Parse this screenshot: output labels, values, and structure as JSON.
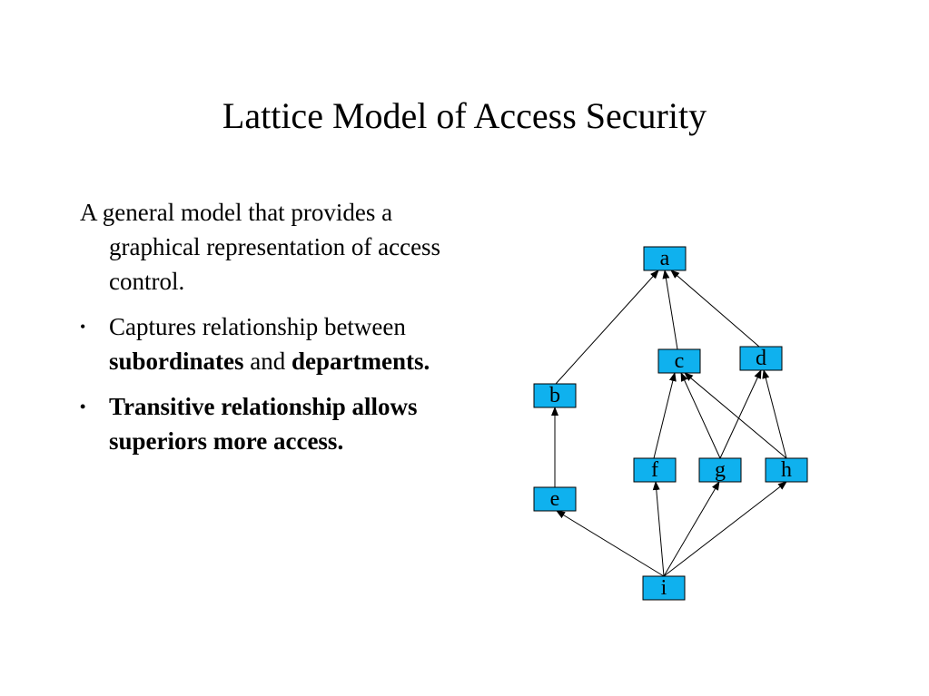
{
  "slide": {
    "title": "Lattice Model of Access Security"
  },
  "body": {
    "intro": "A general model that provides a graphical representation of access control.",
    "bullet_symbol": "•",
    "bullet1": {
      "prefix": "Captures relationship between ",
      "bold1": "subordinates",
      "middle": " and ",
      "bold2": "departments."
    },
    "bullet2": {
      "text": "Transitive relationship allows superiors more access."
    }
  },
  "diagram": {
    "node_fill": "#0fb1ee",
    "nodes": [
      {
        "id": "a",
        "label": "a"
      },
      {
        "id": "b",
        "label": "b"
      },
      {
        "id": "c",
        "label": "c"
      },
      {
        "id": "d",
        "label": "d"
      },
      {
        "id": "e",
        "label": "e"
      },
      {
        "id": "f",
        "label": "f"
      },
      {
        "id": "g",
        "label": "g"
      },
      {
        "id": "h",
        "label": "h"
      },
      {
        "id": "i",
        "label": "i"
      }
    ],
    "edges": [
      {
        "from": "b",
        "to": "a"
      },
      {
        "from": "c",
        "to": "a"
      },
      {
        "from": "d",
        "to": "a"
      },
      {
        "from": "e",
        "to": "b"
      },
      {
        "from": "f",
        "to": "c"
      },
      {
        "from": "g",
        "to": "c"
      },
      {
        "from": "h",
        "to": "c"
      },
      {
        "from": "g",
        "to": "d"
      },
      {
        "from": "h",
        "to": "d"
      },
      {
        "from": "i",
        "to": "e"
      },
      {
        "from": "i",
        "to": "f"
      },
      {
        "from": "i",
        "to": "g"
      },
      {
        "from": "i",
        "to": "h"
      }
    ]
  }
}
